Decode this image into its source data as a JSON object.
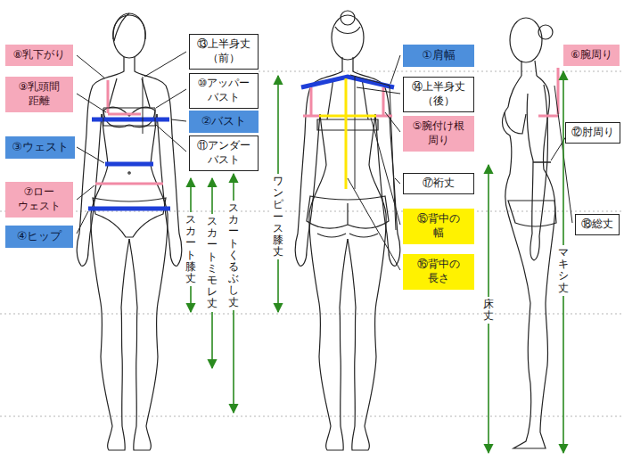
{
  "diagram": {
    "nodes": [
      {
        "text": [
          "⑧乳下がり"
        ]
      },
      {
        "text": [
          "⑨乳頭間 距離"
        ]
      },
      {
        "text": [
          "③ウェスト"
        ]
      },
      {
        "text": [
          "⑦ロー ウェスト"
        ]
      },
      {
        "text": [
          "④ヒップ"
        ]
      },
      {
        "text": [
          "⑬上半身丈 （前）"
        ]
      },
      {
        "text": [
          "⑩アッパー バスト"
        ]
      },
      {
        "text": [
          "②バスト"
        ]
      },
      {
        "text": [
          "⑪アンダー バスト"
        ]
      },
      {
        "text": [
          "①肩幅"
        ]
      },
      {
        "text": [
          "⑭上半身丈 （後）"
        ]
      },
      {
        "text": [
          "⑤腕付け根 周り"
        ]
      },
      {
        "text": [
          "⑰裄丈"
        ]
      },
      {
        "text": [
          "⑮背中の 幅"
        ]
      },
      {
        "text": [
          "⑯背中の 長さ"
        ]
      },
      {
        "text": [
          "⑥腕周り"
        ]
      },
      {
        "text": [
          "⑫肘周り"
        ]
      },
      {
        "text": [
          "⑱総丈"
        ]
      }
    ],
    "labels": [
      "スカート膝丈",
      "スカートミモレ丈",
      "スカートくるぶし丈",
      "ワンピース膝丈",
      "床丈",
      "マキシ丈"
    ]
  }
}
